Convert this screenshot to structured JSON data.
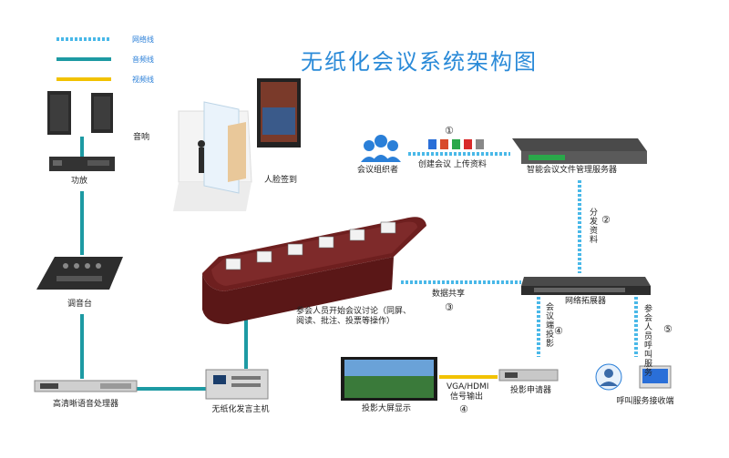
{
  "title": "无纸化会议系统架构图",
  "legend": [
    {
      "label": "网络线",
      "color": "#49b8e8",
      "style": "dashed"
    },
    {
      "label": "音频线",
      "color": "#1d9aa3",
      "style": "solid"
    },
    {
      "label": "视频线",
      "color": "#f2c200",
      "style": "solid"
    }
  ],
  "nodes": {
    "speaker": "音响",
    "amplifier": "功放",
    "mixer": "调音台",
    "audio_processor": "高清晰语音处理器",
    "conference_host": "无纸化发言主机",
    "face_signin": "人脸签到",
    "organizer": "会议组织者",
    "create_upload": "创建会议  上传资料",
    "file_server": "智能会议文件管理服务器",
    "network_extender": "网络拓展器",
    "meeting_table": "参会人员开始会议讨论（同屏、阅读、批注、投票等操作）",
    "projector_display": "投影大屏显示",
    "projection_applicator": "投影申请器",
    "call_receiver": "呼叫服务接收端"
  },
  "edge_labels": {
    "step1": "①",
    "distribute": "分发资料",
    "step2": "②",
    "data_share": "数据共享",
    "step3": "③",
    "meeting_projection": "会议端投影",
    "step4a": "④",
    "vga": "VGA/HDMI",
    "signal_out": "信号输出",
    "step4b": "④",
    "call_service": "参会人员呼叫服务",
    "step5": "⑤"
  }
}
